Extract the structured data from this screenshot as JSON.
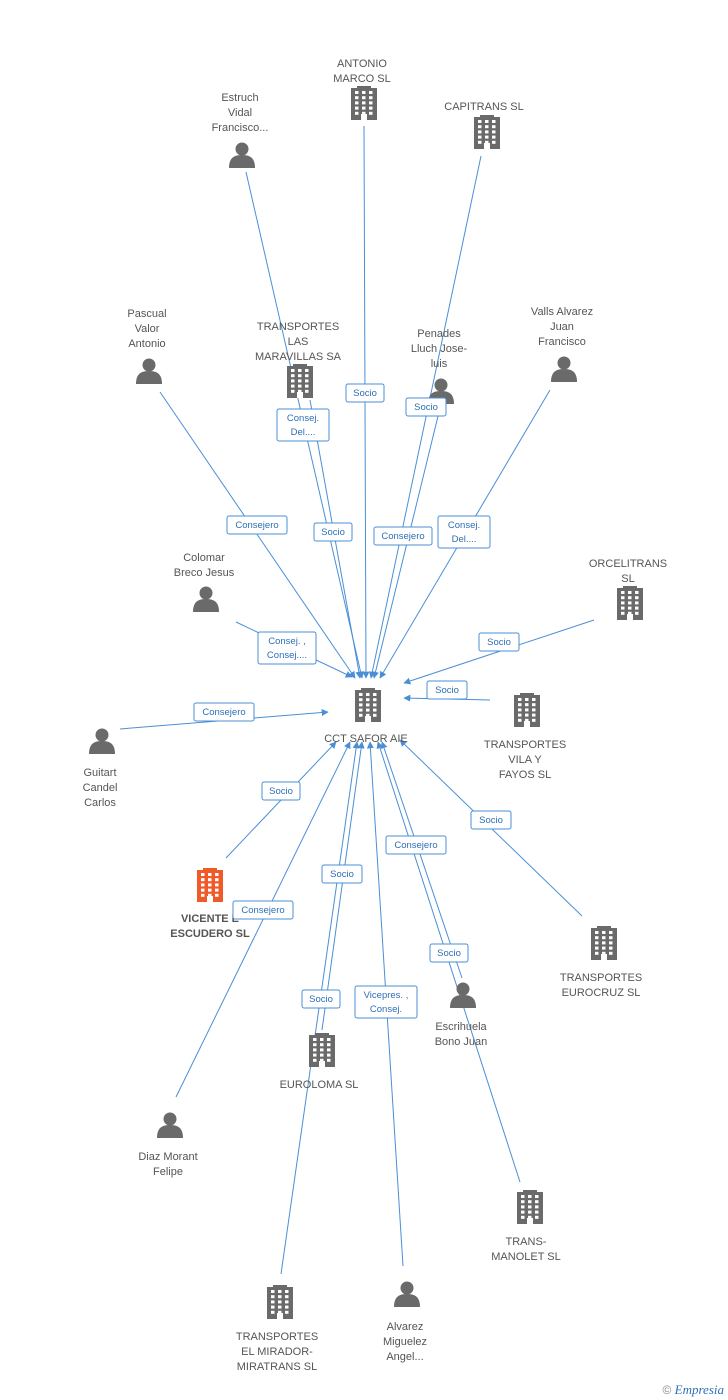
{
  "center": {
    "label": [
      "CCT SAFOR AIE"
    ]
  },
  "nodes": [
    {
      "id": "antonio-marco",
      "kind": "company",
      "label": [
        "ANTONIO",
        "MARCO SL"
      ]
    },
    {
      "id": "capitrans",
      "kind": "company",
      "label": [
        "CAPITRANS SL"
      ]
    },
    {
      "id": "estruch",
      "kind": "person",
      "label": [
        "Estruch",
        "Vidal",
        "Francisco..."
      ]
    },
    {
      "id": "pascual",
      "kind": "person",
      "label": [
        "Pascual",
        "Valor",
        "Antonio"
      ]
    },
    {
      "id": "transportes-maravillas",
      "kind": "company",
      "label": [
        "TRANSPORTES",
        "LAS",
        "MARAVILLAS SA"
      ]
    },
    {
      "id": "penades",
      "kind": "person",
      "label": [
        "Penades",
        "Lluch Jose-",
        "luis"
      ]
    },
    {
      "id": "valls",
      "kind": "person",
      "label": [
        "Valls Alvarez",
        "Juan",
        "Francisco"
      ]
    },
    {
      "id": "colomar",
      "kind": "person",
      "label": [
        "Colomar",
        "Breco Jesus"
      ]
    },
    {
      "id": "orcelitrans",
      "kind": "company",
      "label": [
        "ORCELITRANS",
        "SL"
      ]
    },
    {
      "id": "guitart",
      "kind": "person",
      "label": [
        "Guitart",
        "Candel",
        "Carlos"
      ]
    },
    {
      "id": "vila-fayos",
      "kind": "company",
      "label": [
        "TRANSPORTES",
        "VILA Y",
        "FAYOS SL"
      ]
    },
    {
      "id": "vicente-escudero",
      "kind": "company-highlight",
      "label": [
        "VICENTE E",
        "ESCUDERO SL"
      ]
    },
    {
      "id": "eurocruz",
      "kind": "company",
      "label": [
        "TRANSPORTES",
        "EUROCRUZ SL"
      ]
    },
    {
      "id": "escrihuela",
      "kind": "person",
      "label": [
        "Escrihuela",
        "Bono Juan"
      ]
    },
    {
      "id": "euroloma",
      "kind": "company",
      "label": [
        "EUROLOMA SL"
      ]
    },
    {
      "id": "diaz",
      "kind": "person",
      "label": [
        "Diaz Morant",
        "Felipe"
      ]
    },
    {
      "id": "trans-manolet",
      "kind": "company",
      "label": [
        "TRANS-",
        "MANOLET SL"
      ]
    },
    {
      "id": "mirador",
      "kind": "company",
      "label": [
        "TRANSPORTES",
        "EL MIRADOR-",
        "MIRATRANS  SL"
      ]
    },
    {
      "id": "alvarez",
      "kind": "person",
      "label": [
        "Alvarez",
        "Miguelez",
        "Angel..."
      ]
    }
  ],
  "edges": [
    {
      "from": "antonio-marco",
      "label": [
        "Socio"
      ]
    },
    {
      "from": "capitrans",
      "label": [
        "Socio"
      ]
    },
    {
      "from": "estruch",
      "label": [
        "Consej.",
        "Del...."
      ]
    },
    {
      "from": "transportes-maravillas",
      "label": [
        "Socio"
      ]
    },
    {
      "from": "penades",
      "label": [
        "Consejero"
      ]
    },
    {
      "from": "valls",
      "label": [
        "Consej.",
        "Del...."
      ]
    },
    {
      "from": "pascual",
      "label": [
        "Consejero"
      ]
    },
    {
      "from": "colomar",
      "label": [
        "Consej. ,",
        "Consej...."
      ]
    },
    {
      "from": "orcelitrans",
      "label": [
        "Socio"
      ]
    },
    {
      "from": "vila-fayos",
      "label": [
        "Socio"
      ]
    },
    {
      "from": "guitart",
      "label": [
        "Consejero"
      ]
    },
    {
      "from": "vicente-escudero",
      "label": [
        "Socio"
      ]
    },
    {
      "from": "eurocruz",
      "label": [
        "Socio"
      ]
    },
    {
      "from": "escrihuela",
      "label": [
        "Consejero"
      ]
    },
    {
      "from": "trans-manolet",
      "label": [
        "Socio"
      ]
    },
    {
      "from": "euroloma",
      "label": [
        "Socio"
      ]
    },
    {
      "from": "diaz",
      "label": [
        "Consejero"
      ]
    },
    {
      "from": "mirador",
      "label": [
        "Socio"
      ]
    },
    {
      "from": "alvarez",
      "label": [
        "Vicepres. ,",
        "Consej."
      ]
    }
  ],
  "footer": {
    "copyright": "©",
    "brand": "Empresia"
  }
}
